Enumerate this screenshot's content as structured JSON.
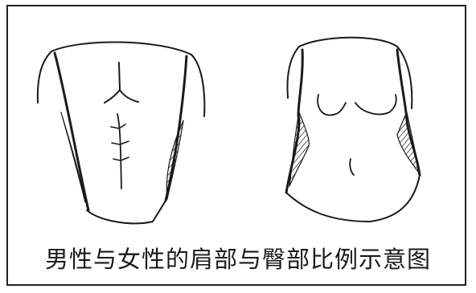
{
  "caption": "男性与女性的肩部与臀部比例示意图",
  "colors": {
    "ink": "#1a1a1a",
    "paper": "#ffffff",
    "frame": "#222222"
  },
  "figures": [
    "male-torso",
    "female-torso"
  ]
}
